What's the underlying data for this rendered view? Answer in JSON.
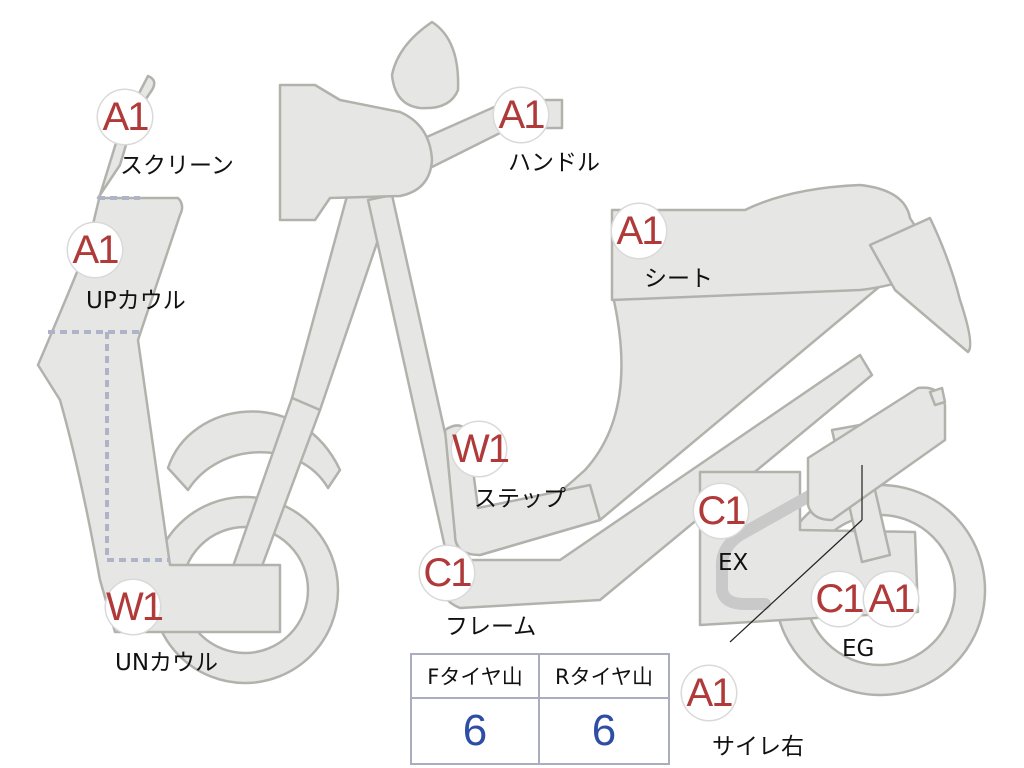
{
  "parts": [
    {
      "id": "screen",
      "code": "A1",
      "label": "スクリーン"
    },
    {
      "id": "up-cowl",
      "code": "A1",
      "label": "UPカウル"
    },
    {
      "id": "handle",
      "code": "A1",
      "label": "ハンドル"
    },
    {
      "id": "seat",
      "code": "A1",
      "label": "シート"
    },
    {
      "id": "step",
      "code": "W1",
      "label": "ステップ"
    },
    {
      "id": "frame",
      "code": "C1",
      "label": "フレーム"
    },
    {
      "id": "un-cowl",
      "code": "W1",
      "label": "UNカウル"
    },
    {
      "id": "ex",
      "code": "C1",
      "label": "EX"
    },
    {
      "id": "eg",
      "codes": [
        "C1",
        "A1"
      ],
      "label": "EG"
    },
    {
      "id": "muffler-right",
      "code": "A1",
      "label": "サイレ右"
    }
  ],
  "tread": {
    "front_header": "Fタイヤ山",
    "rear_header": "Rタイヤ山",
    "front_value": "6",
    "rear_value": "6"
  },
  "colors": {
    "body_fill": "#e6e6e4",
    "outline": "#b2b2ad",
    "code_text": "#b03a3a",
    "value_text": "#2e4ea6",
    "table_border": "#a9adbd"
  }
}
